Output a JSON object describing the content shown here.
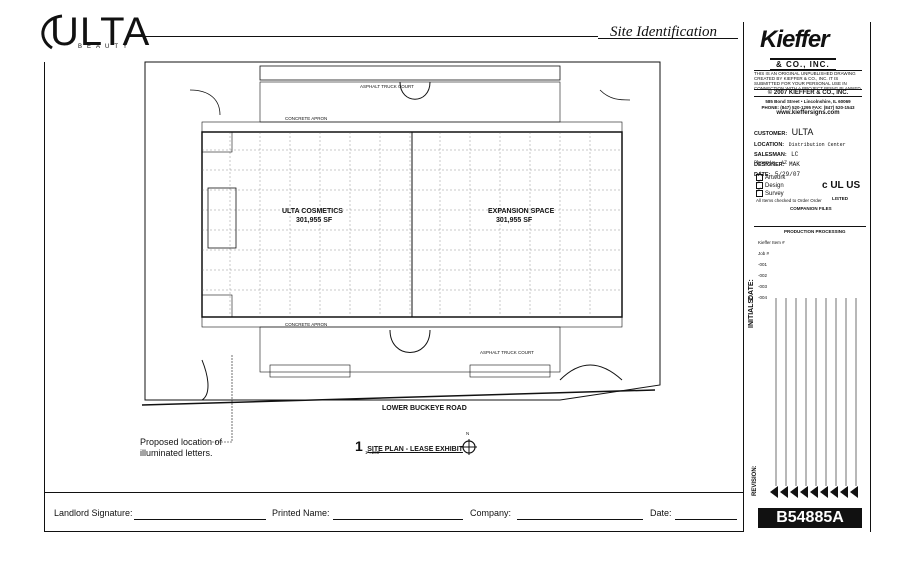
{
  "header": {
    "logo_text": "ULTA",
    "logo_sub": "BEAUTY",
    "title": "Site Identification"
  },
  "titleblock": {
    "company": "Kieffer",
    "company_sub": "& CO., INC.",
    "fine_print": "THIS IS AN ORIGINAL UNPUBLISHED DRAWING CREATED BY KIEFFER & CO., INC. IT IS SUBMITTED FOR YOUR PERSONAL USE IN CONNECTION WITH A PROJECT BEING PLANNED FOR YOU BY KIEFFER & CO., INC.",
    "copyright": "© 2007 KIEFFER & CO., INC.",
    "address": "585 Bond Street • Lincolnshire, IL 60069",
    "phone": "PHONE: (847) 520-1295   FAX: (847) 520-1543",
    "website": "www.kieffersigns.com",
    "fields": [
      {
        "label": "CUSTOMER:",
        "value": "ULTA"
      },
      {
        "label": "LOCATION:",
        "value": "Distribution Center Phoenix, AZ"
      },
      {
        "label": "SALESMAN:",
        "value": "LC"
      },
      {
        "label": "DESIGNER:",
        "value": "MAK"
      },
      {
        "label": "DATE:",
        "value": "5/29/07"
      }
    ],
    "checks": [
      "Artwork",
      "Design",
      "Survey"
    ],
    "checks_note": "All Items checked to Order Order",
    "ul_text": "c UL US",
    "ul_listed": "LISTED",
    "companion_files": "COMPANION FILES",
    "production": "PRODUCTION PROCESSING",
    "prod_rows": [
      "Kieffer Item #",
      "Job #",
      "-001",
      "-002",
      "-003",
      "-004"
    ],
    "initials_label": "INITIALS:",
    "date_label": "DATE:",
    "revision_label": "REVISION:",
    "job_code": "B54885A"
  },
  "plan": {
    "left_label": "ULTA COSMETICS",
    "left_area": "301,955 SF",
    "right_label": "EXPANSION SPACE",
    "right_area": "301,955 SF",
    "road": "LOWER BUCKEYE ROAD",
    "plan_number": "1",
    "plan_title": "SITE PLAN - LEASE EXHIBIT",
    "plan_sub": "1\"=200'",
    "north": "N",
    "callout": "Proposed location of illuminated letters.",
    "area_labels": [
      "CONCRETE APRON",
      "CONCRETE APRON",
      "ASPHALT TRUCK COURT",
      "ASPHALT TRUCK COURT"
    ]
  },
  "signatures": {
    "landlord": "Landlord Signature:",
    "printed": "Printed Name:",
    "company": "Company:",
    "date": "Date:"
  }
}
